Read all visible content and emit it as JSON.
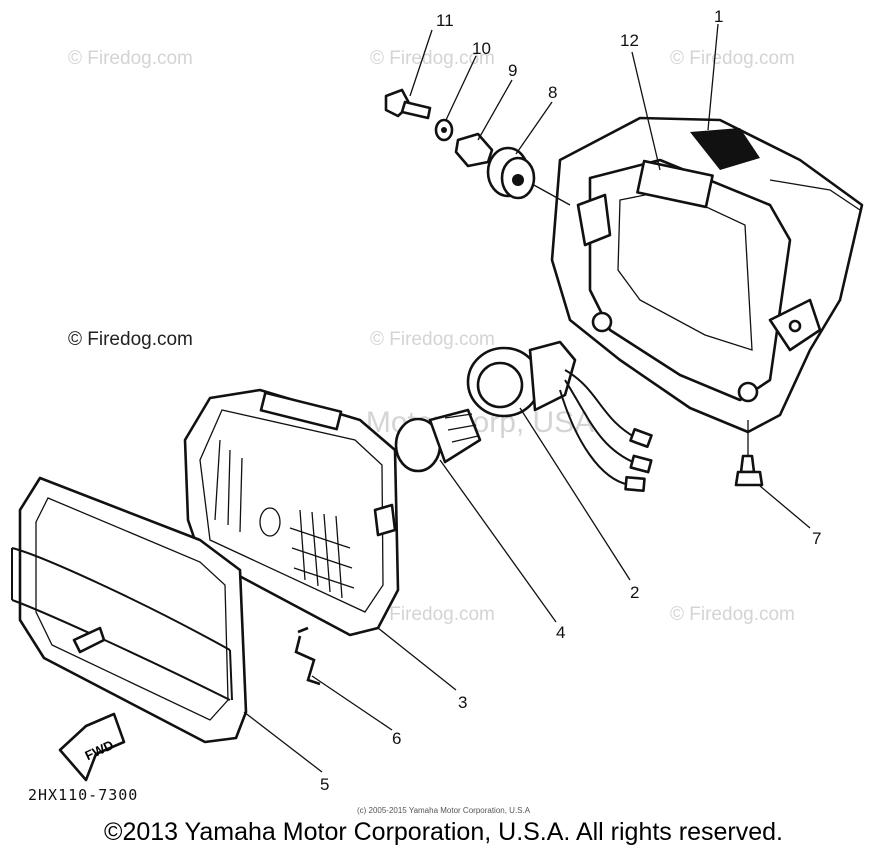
{
  "watermarks": {
    "light": "© Firedog.com",
    "dark": "© Firedog.com",
    "center": "Yamaha Motor Corp, USA"
  },
  "callouts": [
    "11",
    "10",
    "9",
    "8",
    "12",
    "1",
    "7",
    "2",
    "4",
    "3",
    "6",
    "5"
  ],
  "fwd_label": "FWD",
  "part_code": "2HX110-7300",
  "small_copyright": "(c) 2005-2015 Yamaha Motor Corporation, U.S.A",
  "copyright": "©2013 Yamaha Motor Corporation, U.S.A. All rights reserved."
}
